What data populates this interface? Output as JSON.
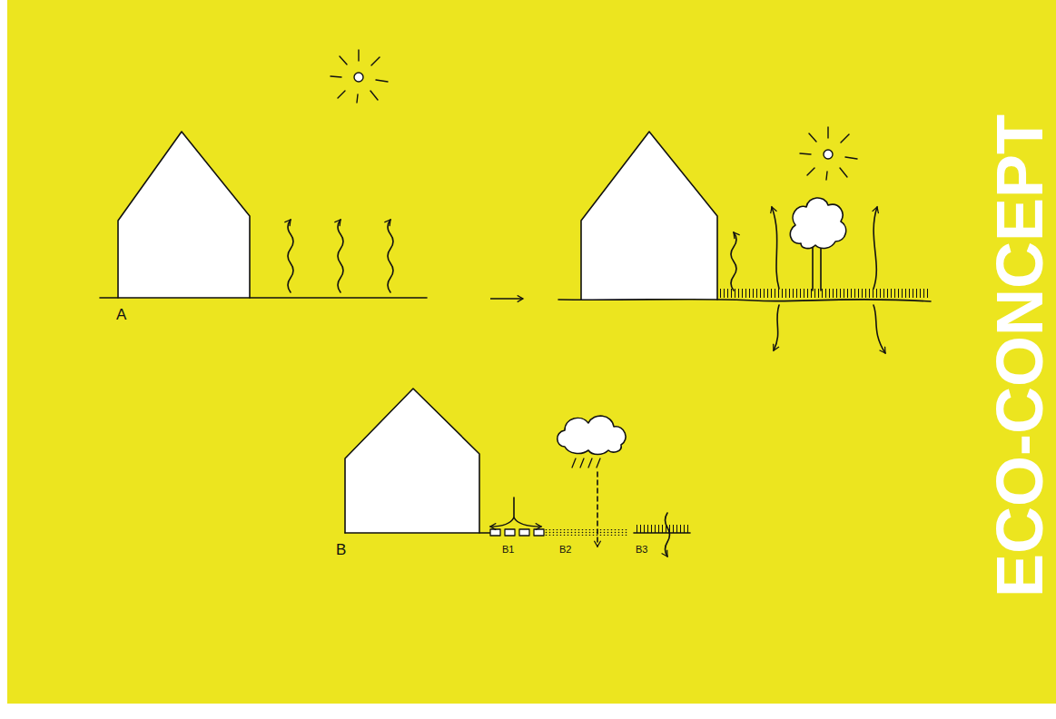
{
  "diagram": {
    "title": "ECO-CONCEPT",
    "labels": [
      "A",
      "B",
      "B1",
      "B2",
      "B3"
    ]
  }
}
